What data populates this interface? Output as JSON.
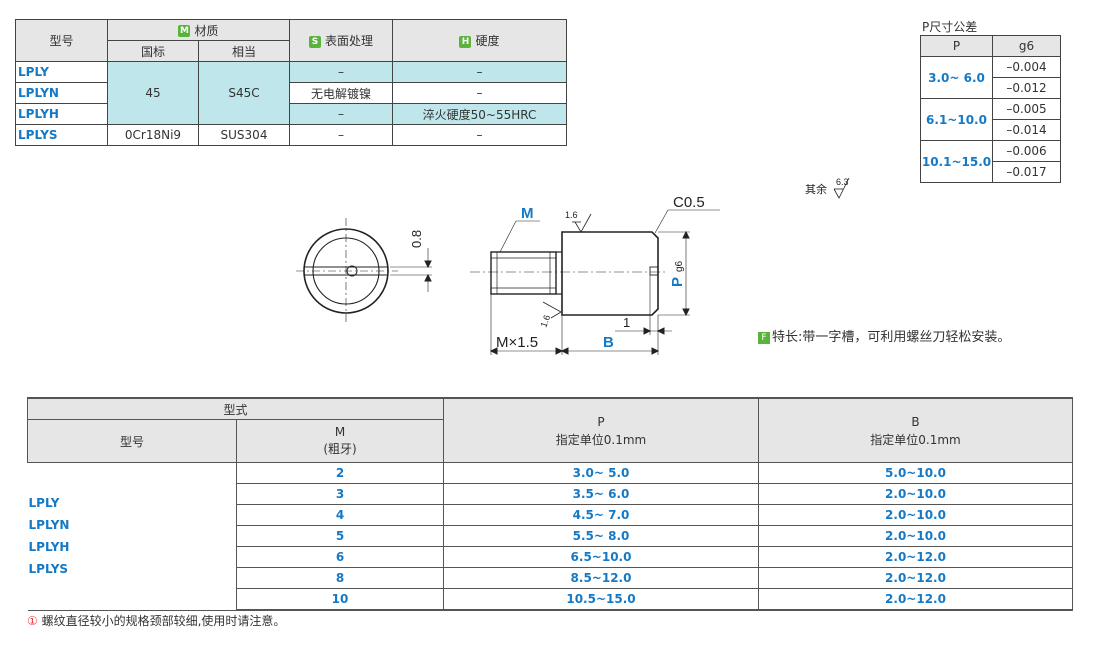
{
  "material_table": {
    "model_header": "型号",
    "material_header": "材质",
    "material_mark": "M",
    "gb_header": "国标",
    "equiv_header": "相当",
    "surface_header": "表面处理",
    "surface_mark": "S",
    "hardness_header": "硬度",
    "hardness_mark": "H",
    "rows": [
      {
        "model": "LPLY",
        "surface": "–",
        "hardness": "–"
      },
      {
        "model": "LPLYN",
        "surface": "无电解镀镍",
        "hardness": "–"
      },
      {
        "model": "LPLYH",
        "surface": "–",
        "hardness": "淬火硬度50~55HRC"
      },
      {
        "model": "LPLYS",
        "gb": "0Cr18Ni9",
        "equiv": "SUS304",
        "surface": "–",
        "hardness": "–"
      }
    ],
    "merged_gb": "45",
    "merged_equiv": "S45C"
  },
  "tolerance": {
    "title": "P尺寸公差",
    "col_p": "P",
    "col_g6": "g6",
    "rows": [
      {
        "range": "3.0~ 6.0",
        "upper": "–0.004",
        "lower": "–0.012"
      },
      {
        "range": "6.1~10.0",
        "upper": "–0.005",
        "lower": "–0.014"
      },
      {
        "range": "10.1~15.0",
        "upper": "–0.006",
        "lower": "–0.017"
      }
    ]
  },
  "drawing": {
    "rest_label": "其余",
    "rest_roughness": "6.3",
    "dim_08": "0.8",
    "label_m": "M",
    "roughness_top": "1.6",
    "roughness_side": "1.6",
    "chamfer": "C0.5",
    "label_p": "P",
    "label_g6": "g6",
    "dim_1": "1",
    "dim_m15": "M×1.5",
    "label_b": "B"
  },
  "feature": {
    "mark": "F",
    "text": "特长:带一字槽，可利用螺丝刀轻松安装。"
  },
  "spec_table": {
    "type_header": "型式",
    "model_header": "型号",
    "m_header": "M",
    "m_sub": "(粗牙)",
    "p_header": "P",
    "p_sub": "指定单位0.1mm",
    "b_header": "B",
    "b_sub": "指定单位0.1mm",
    "models": [
      "LPLY",
      "LPLYN",
      "LPLYH",
      "LPLYS"
    ],
    "rows": [
      {
        "m": "2",
        "p": "3.0~ 5.0",
        "b": "5.0~10.0"
      },
      {
        "m": "3",
        "p": "3.5~ 6.0",
        "b": "2.0~10.0"
      },
      {
        "m": "4",
        "p": "4.5~ 7.0",
        "b": "2.0~10.0"
      },
      {
        "m": "5",
        "p": "5.5~ 8.0",
        "b": "2.0~10.0"
      },
      {
        "m": "6",
        "p": "6.5~10.0",
        "b": "2.0~12.0"
      },
      {
        "m": "8",
        "p": "8.5~12.0",
        "b": "2.0~12.0"
      },
      {
        "m": "10",
        "p": "10.5~15.0",
        "b": "2.0~12.0"
      }
    ]
  },
  "note": {
    "icon": "!",
    "text": "螺纹直径较小的规格颈部较细,使用时请注意。"
  }
}
